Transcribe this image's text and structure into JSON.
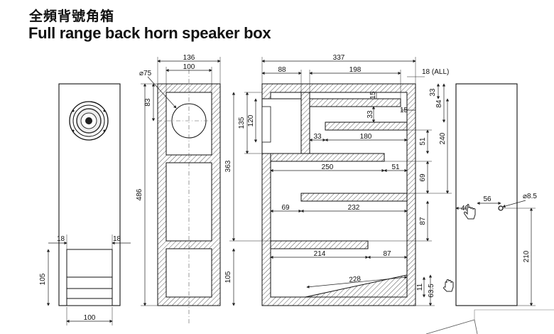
{
  "title": {
    "zh": "全頻背號角箱",
    "en": "Full range back horn speaker box"
  },
  "front_view": {
    "dims": {
      "width": "100",
      "side_left": "18",
      "side_right": "18",
      "bottom": "105",
      "height": "486"
    }
  },
  "side_section": {
    "dims": {
      "outer": "136",
      "inner": "100",
      "diameter": "⌀75",
      "top": "83"
    }
  },
  "horn_section": {
    "dims": {
      "total": "337",
      "left": "88",
      "right_top": "198",
      "all": "18 (ALL)",
      "d33a": "33",
      "d84": "84",
      "d15a": "15",
      "d15b": "15",
      "d33b": "33",
      "d135": "135",
      "d120": "120",
      "d33c": "33",
      "d180": "180",
      "d51a": "51",
      "d240": "240",
      "d250": "250",
      "d51b": "51",
      "d69a": "69",
      "d363": "363",
      "d69b": "69",
      "d232": "232",
      "d87a": "87",
      "d214": "214",
      "d87b": "87",
      "d105": "105",
      "d228": "228",
      "d11": "11",
      "d63": "63.5"
    }
  },
  "back_view": {
    "dims": {
      "hole_spacing": "56",
      "hole_offset": "40",
      "hole_dia": "⌀8.5",
      "hole_height": "210"
    }
  }
}
